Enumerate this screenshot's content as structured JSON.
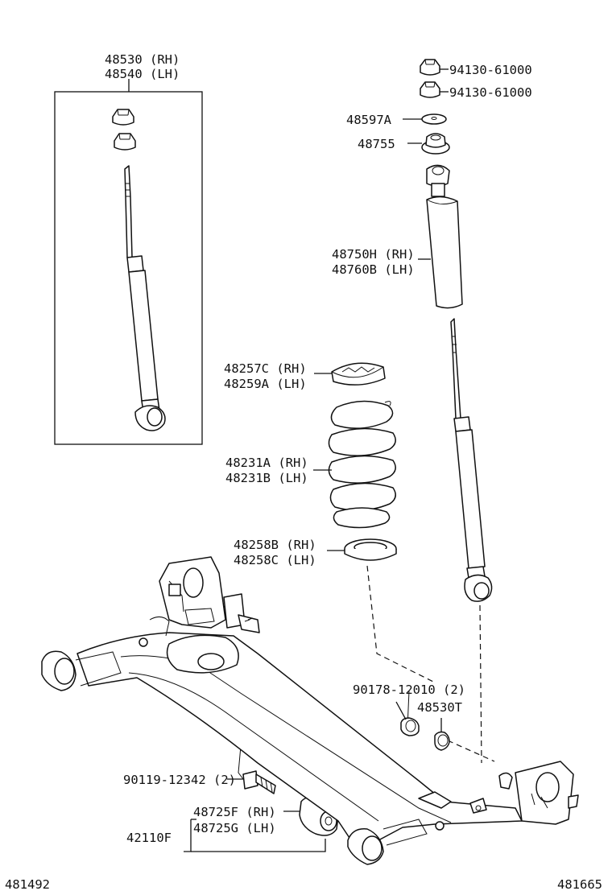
{
  "labels": {
    "shock_rh": "48530 (RH)",
    "shock_lh": "48540 (LH)",
    "nut_1": "94130-61000",
    "nut_2": "94130-61000",
    "washer": "48597A",
    "mount": "48755",
    "absorber_rh": "48750H (RH)",
    "absorber_lh": "48760B (LH)",
    "upper_insulator_rh": "48257C (RH)",
    "upper_insulator_lh": "48259A (LH)",
    "spring_rh": "48231A (RH)",
    "spring_lh": "48231B (LH)",
    "lower_insulator_rh": "48258B (RH)",
    "lower_insulator_lh": "48258C (LH)",
    "nut_beam": "90178-12010 (2)",
    "bushing_small": "48530T",
    "bolt": "90119-12342 (2)",
    "bush_rh": "48725F (RH)",
    "bush_lh": "48725G (LH)",
    "axle_beam": "42110F",
    "ref_left": "481492",
    "ref_right": "481665"
  }
}
